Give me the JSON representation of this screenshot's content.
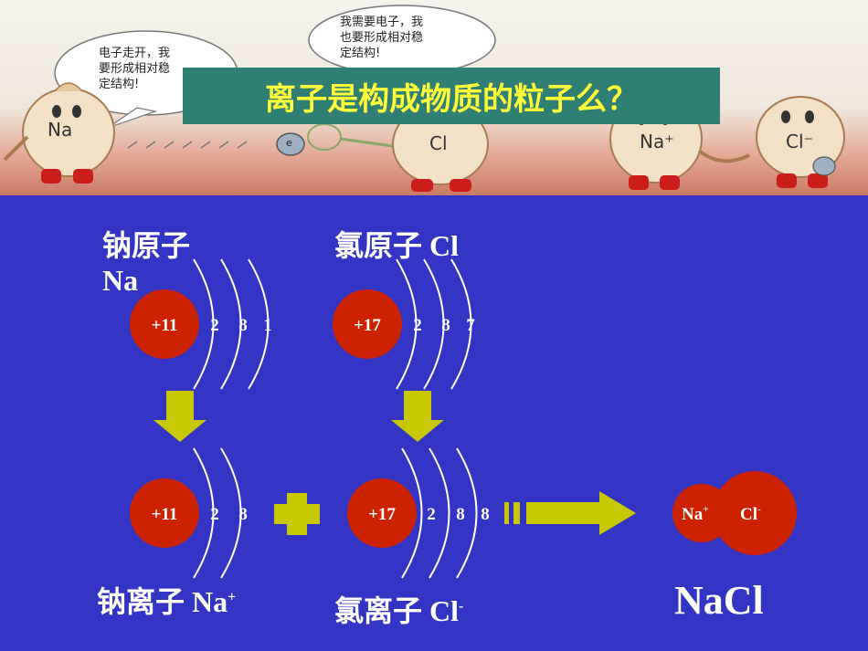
{
  "top": {
    "bubble_left_lines": [
      "电子走开，我",
      "要形成相对稳",
      "定结构!"
    ],
    "bubble_right_lines": [
      "我需要电子，我",
      "也要形成相对稳",
      "定结构!"
    ],
    "char_na": "Na",
    "char_cl": "Cl",
    "char_na_plus": "Na⁺",
    "char_cl_minus": "Cl⁻",
    "electron": "e",
    "title": "离子是构成物质的粒子么？"
  },
  "colors": {
    "background": "#3434c4",
    "nucleus": "#cc2200",
    "arrow": "#c8c800",
    "title_box": "#2f7f74",
    "title_text": "#ffff3a"
  },
  "na_atom": {
    "label_line1": "钠原子",
    "label_line2": "Na",
    "nucleus": "+11",
    "shells": [
      "2",
      "8",
      "1"
    ]
  },
  "cl_atom": {
    "label": "氯原子 Cl",
    "nucleus": "+17",
    "shells": [
      "2",
      "8",
      "7"
    ]
  },
  "na_ion": {
    "label": "钠离子 Na",
    "charge": "+",
    "nucleus": "+11",
    "shells": [
      "2",
      "8"
    ]
  },
  "cl_ion": {
    "label": "氯离子 Cl",
    "charge": "-",
    "nucleus": "+17",
    "shells": [
      "2",
      "8",
      "8"
    ]
  },
  "product": {
    "na": "Na",
    "na_charge": "+",
    "cl": "Cl",
    "cl_charge": "-",
    "formula": "NaCl"
  }
}
